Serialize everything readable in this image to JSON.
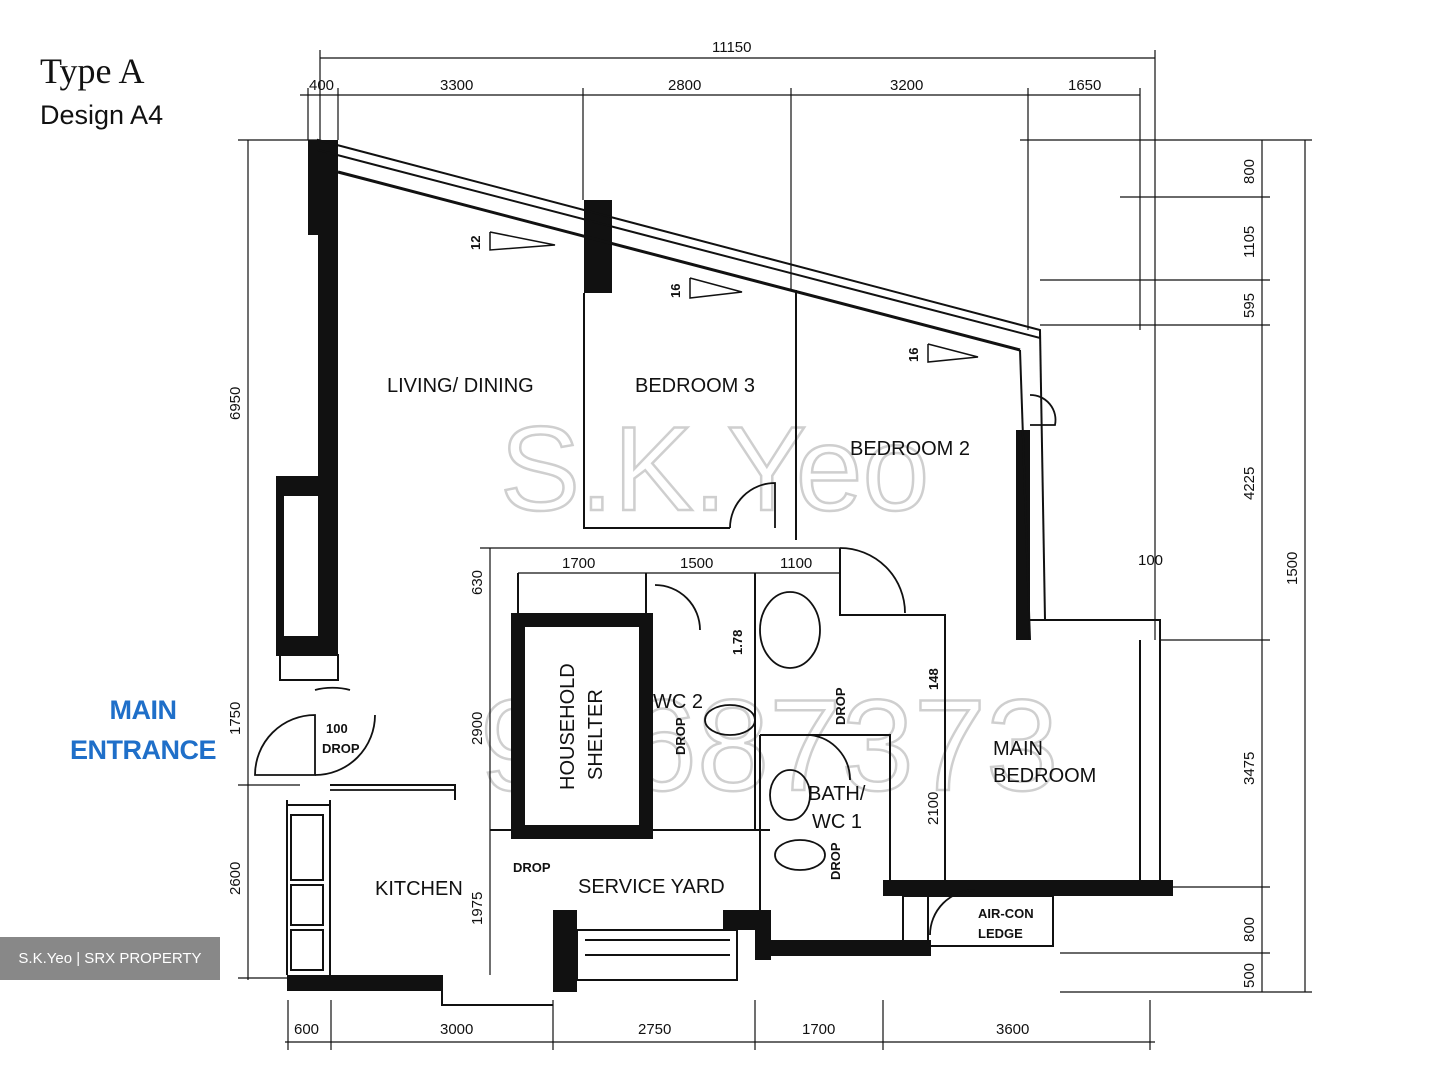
{
  "plan_title": "Type A",
  "plan_subtitle": "Design  A4",
  "entrance_label": [
    "MAIN",
    "ENTRANCE"
  ],
  "watermark_name": "S.K.Yeo",
  "watermark_phone": "98687373",
  "badge_text": "S.K.Yeo | SRX PROPERTY",
  "dims": {
    "top_total": "11150",
    "top": [
      "400",
      "3300",
      "2800",
      "3200",
      "1650"
    ],
    "bottom": [
      "600",
      "3000",
      "2750",
      "1700",
      "3600"
    ],
    "left": [
      "6950",
      "1750",
      "2600"
    ],
    "right": [
      "800",
      "1105",
      "595",
      "4225",
      "3475",
      "800",
      "500"
    ],
    "right_total": "1500",
    "inner": [
      "1700",
      "1500",
      "1100",
      "630",
      "100",
      "2900",
      "1975",
      "2100",
      "1.78",
      "148"
    ]
  },
  "rooms": {
    "living": "LIVING/  DINING",
    "bed3": "BEDROOM 3",
    "bed2": "BEDROOM 2",
    "main_bed": [
      "MAIN",
      "BEDROOM"
    ],
    "shelter": [
      "HOUSEHOLD",
      "SHELTER"
    ],
    "wc2": "WC 2",
    "bath": [
      "BATH/",
      "WC  1"
    ],
    "kitchen": "KITCHEN",
    "service": "SERVICE YARD",
    "aircon": [
      "AIR-CON",
      "LEDGE"
    ]
  },
  "labels": {
    "drop": "DROP",
    "drop_100": "100",
    "slope_12": "12",
    "slope_16": "16"
  },
  "colors": {
    "wall": "#111111",
    "entrance": "#1f6fc9",
    "watermark": "#cfcfcf"
  }
}
